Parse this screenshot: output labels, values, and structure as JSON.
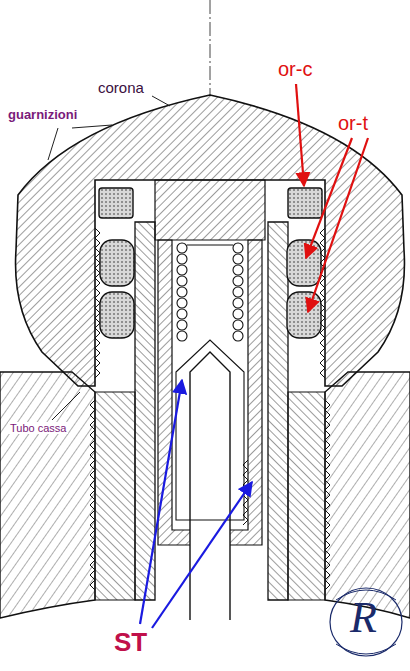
{
  "diagram": {
    "labels": [
      "corona",
      "guarnizioni",
      "or-c",
      "or-t",
      "Tubo cassa",
      "ST",
      "R"
    ]
  }
}
